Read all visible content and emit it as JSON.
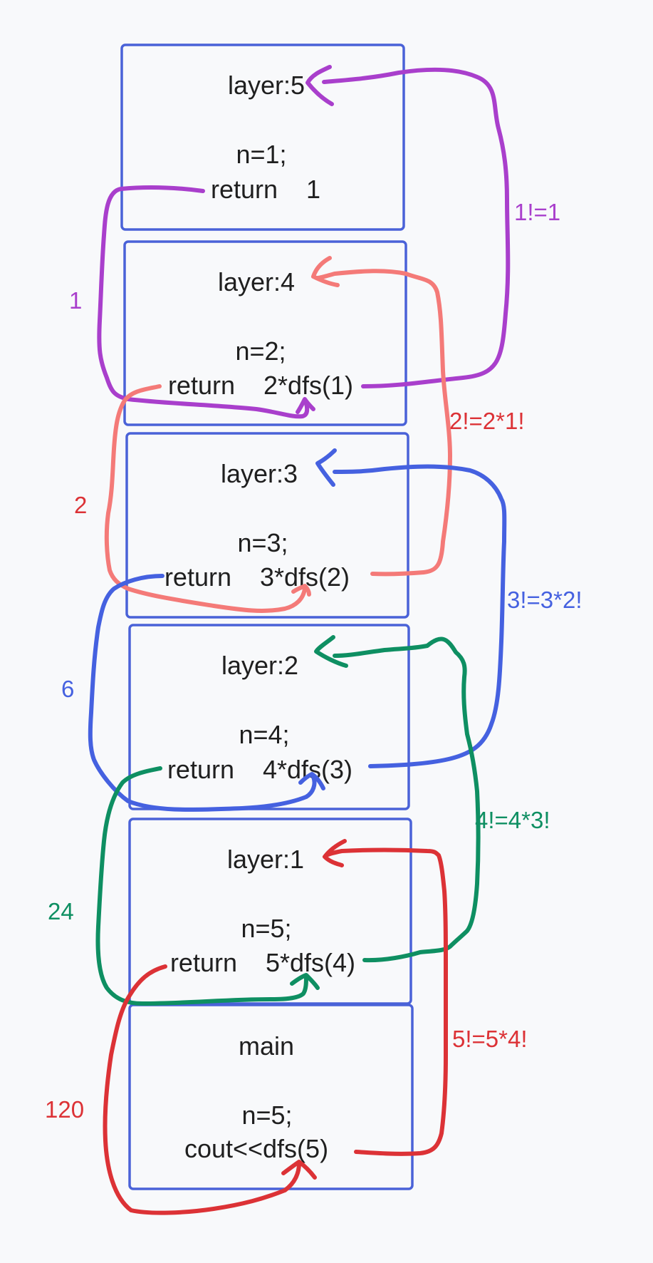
{
  "colors": {
    "background": "#f8f9fb",
    "box": "#4a62d8",
    "text": "#1f1f1f",
    "purple": "#a93fcc",
    "salmon": "#f47a78",
    "blue": "#4561e0",
    "green": "#0e8f62",
    "red": "#dc3236"
  },
  "frames": [
    {
      "id": "layer5",
      "title": "layer:5",
      "n": "n=1;",
      "code": "return    1"
    },
    {
      "id": "layer4",
      "title": "layer:4",
      "n": "n=2;",
      "code": "return    2*dfs(1)"
    },
    {
      "id": "layer3",
      "title": "layer:3",
      "n": "n=3;",
      "code": "return    3*dfs(2)"
    },
    {
      "id": "layer2",
      "title": "layer:2",
      "n": "n=4;",
      "code": "return    4*dfs(3)"
    },
    {
      "id": "layer1",
      "title": "layer:1",
      "n": "n=5;",
      "code": "return    5*dfs(4)"
    },
    {
      "id": "main",
      "title": "main",
      "n": "n=5;",
      "code": "cout<<dfs(5)"
    }
  ],
  "annotations": {
    "call_labels": [
      "1!=1",
      "2!=2*1!",
      "3!=3*2!",
      "4!=4*3!",
      "5!=5*4!"
    ],
    "return_values": [
      "1",
      "2",
      "6",
      "24",
      "120"
    ]
  }
}
